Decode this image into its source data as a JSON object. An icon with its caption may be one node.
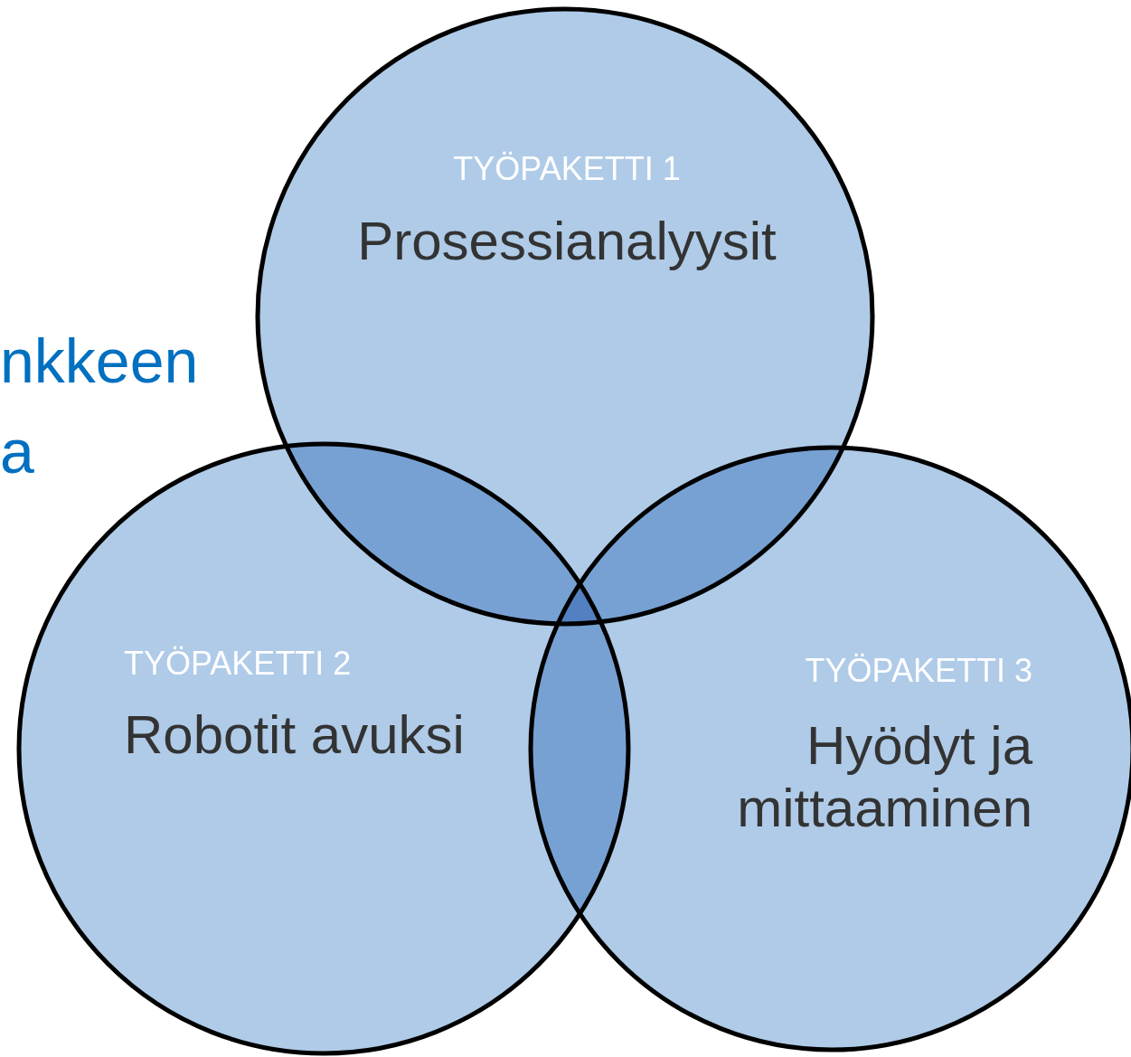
{
  "diagram": {
    "nodes": [
      {
        "text": [
          "TYÖPAKETTI 1",
          "Prosessianalyysit"
        ]
      },
      {
        "text": [
          "TYÖPAKETTI 2",
          "Robotit avuksi"
        ]
      },
      {
        "text": [
          "TYÖPAKETTI 3",
          "Hyödyt ja mittaaminen"
        ]
      }
    ],
    "labels": [
      "nkkeen",
      "a"
    ]
  }
}
